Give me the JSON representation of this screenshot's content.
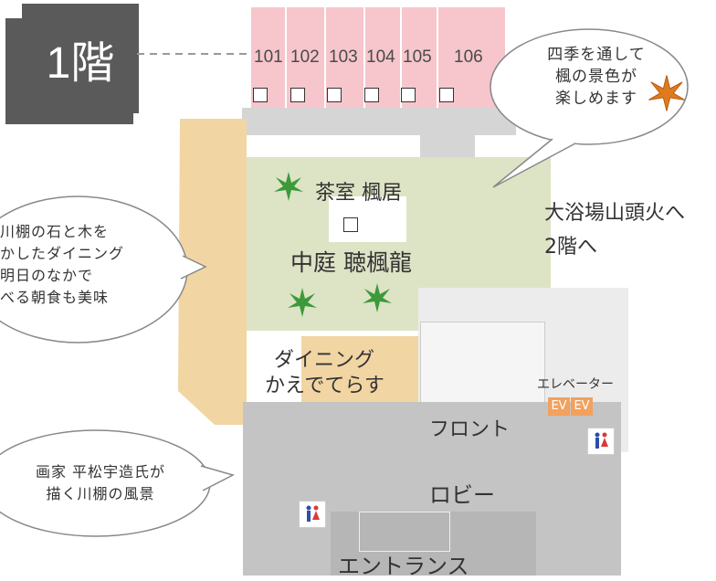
{
  "floor": {
    "label": "1階"
  },
  "rooms": [
    "101",
    "102",
    "103",
    "104",
    "105",
    "106"
  ],
  "areas": {
    "tea_room": "茶室 楓居",
    "garden": "中庭  聴楓龍",
    "dining_line1": "ダイニング",
    "dining_line2": "かえでてらす",
    "front": "フロント",
    "lobby": "ロビー",
    "entrance": "エントランス",
    "elevator": "エレベーター",
    "ev_left": "EV",
    "ev_right": "EV",
    "bath_line1": "大浴場山頭火へ",
    "bath_line2": "2階へ"
  },
  "bubbles": {
    "maple_view": [
      "四季を通して",
      "楓の景色が",
      "楽しめます"
    ],
    "dining": [
      "川棚の石と木を",
      "かしたダイニング",
      "明日のなかで",
      "べる朝食も美味"
    ],
    "painting": [
      "画家 平松宇造氏が",
      "描く川棚の風景"
    ]
  },
  "colors": {
    "floor_badge": "#5a5a5a",
    "guest_rooms": "#f6c6cc",
    "garden": "#dde3c5",
    "dining": "#f1d5a3",
    "corridor": "#d5d5d5",
    "lobby": "#c4c4c4",
    "elevator": "#f2a15e",
    "maple_leaf": "#e07a1f",
    "garden_leaf": "#3c9a3a"
  },
  "icons": [
    "maple-leaf-icon",
    "garden-leaf-icon",
    "restroom-icon"
  ]
}
